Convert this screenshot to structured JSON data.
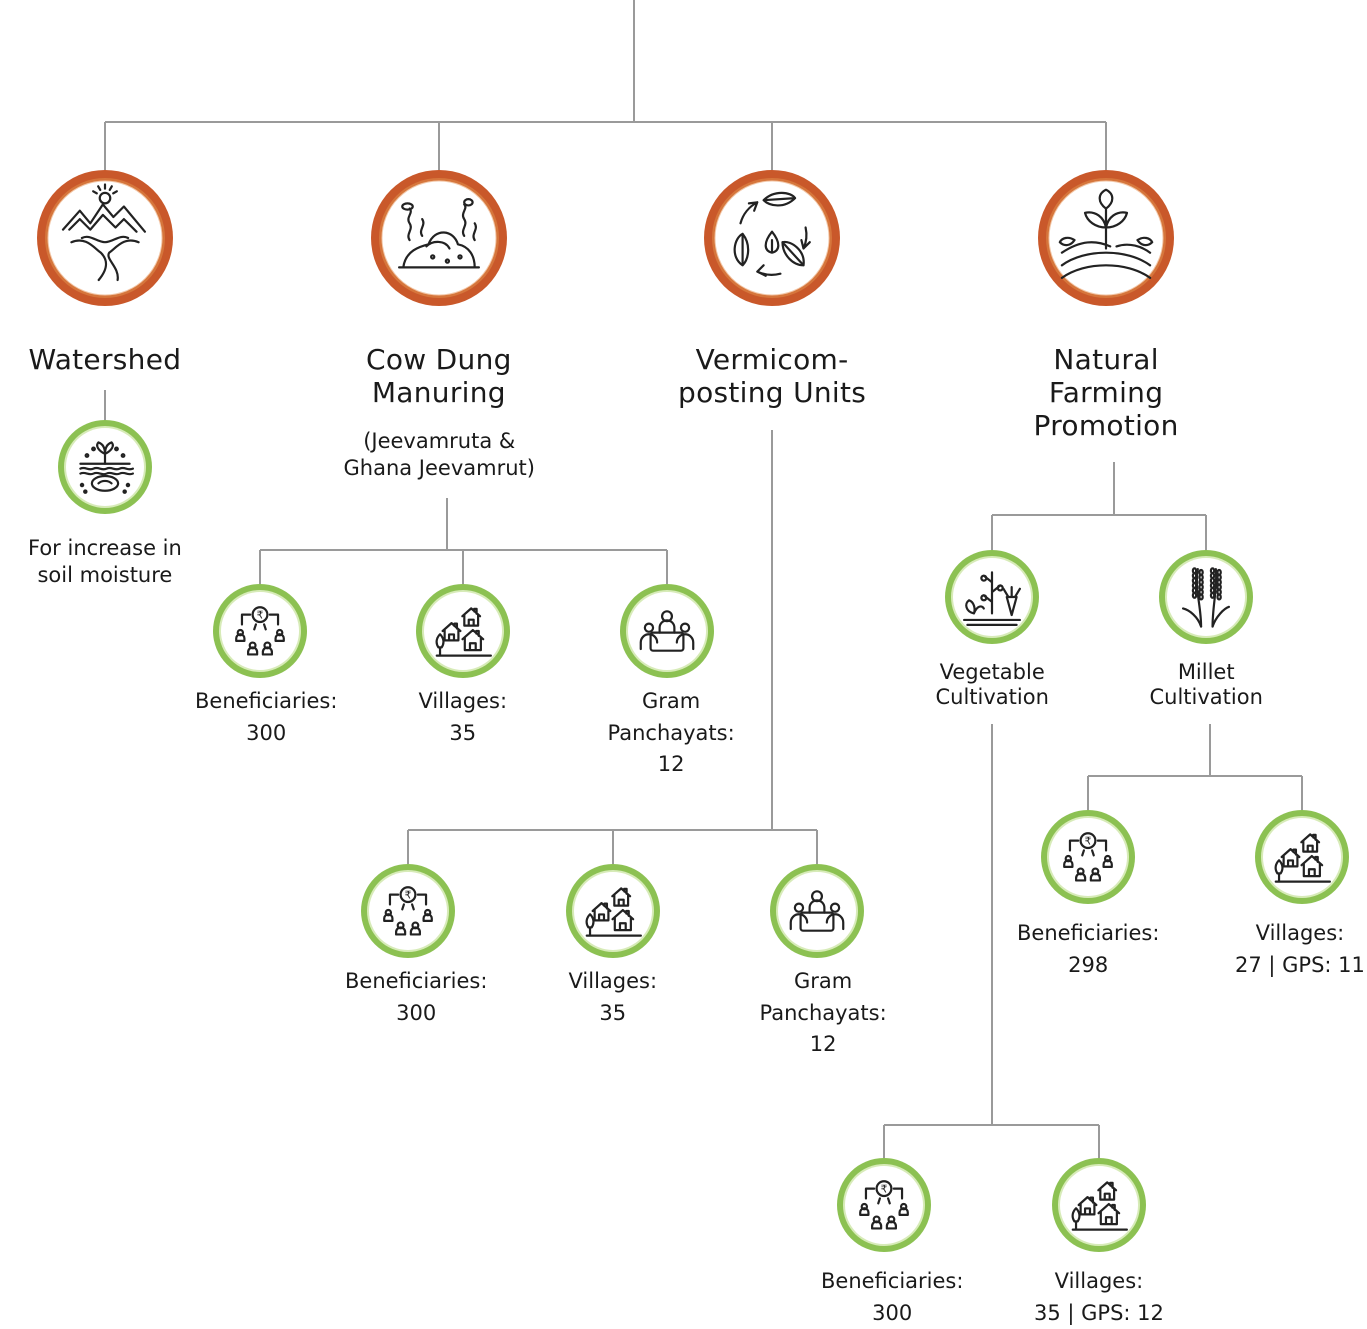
{
  "colors": {
    "connector": "#9a9a9a",
    "main_ring": "#c9582a",
    "main_ring_light": "#e08a4a",
    "sub_ring": "#8cc152",
    "sub_ring_light": "#d7ebb8",
    "icon": "#222222"
  },
  "branches": [
    {
      "icon": "watershed-mountain-icon",
      "label_lines": [
        "Watershed"
      ],
      "sub": {
        "icon": "soil-moisture-sprout-icon",
        "text_lines": [
          "For increase in",
          "soil moisture"
        ]
      }
    },
    {
      "icon": "cow-dung-heap-icon",
      "label_lines": [
        "Cow Dung",
        "Manuring"
      ],
      "note_lines": [
        "(Jeevamruta &",
        "Ghana Jeevamrut)"
      ],
      "stats": [
        {
          "icon": "beneficiaries-rupee-icon",
          "lines": [
            "Beneficiaries:",
            "300"
          ]
        },
        {
          "icon": "villages-houses-icon",
          "lines": [
            "Villages:",
            "35"
          ]
        },
        {
          "icon": "gram-panchayat-meeting-icon",
          "lines": [
            "Gram",
            "Panchayats:",
            "12"
          ]
        }
      ]
    },
    {
      "icon": "recycle-leaves-icon",
      "label_lines": [
        "Vermicom-",
        "posting Units"
      ],
      "stats": [
        {
          "icon": "beneficiaries-rupee-icon",
          "lines": [
            "Beneficiaries:",
            "300"
          ]
        },
        {
          "icon": "villages-houses-icon",
          "lines": [
            "Villages:",
            "35"
          ]
        },
        {
          "icon": "gram-panchayat-meeting-icon",
          "lines": [
            "Gram",
            "Panchayats:",
            "12"
          ]
        }
      ]
    },
    {
      "icon": "plant-field-icon",
      "label_lines": [
        "Natural",
        "Farming",
        "Promotion"
      ],
      "children": [
        {
          "icon": "vegetable-plants-icon",
          "label_lines": [
            "Vegetable",
            "Cultivation"
          ],
          "stats": [
            {
              "icon": "beneficiaries-rupee-icon",
              "lines": [
                "Beneficiaries:",
                "300"
              ]
            },
            {
              "icon": "villages-houses-icon",
              "lines": [
                "Villages:",
                "35 | GPS: 12"
              ]
            }
          ]
        },
        {
          "icon": "millet-stalks-icon",
          "label_lines": [
            "Millet",
            "Cultivation"
          ],
          "stats": [
            {
              "icon": "beneficiaries-rupee-icon",
              "lines": [
                "Beneficiaries:",
                "298"
              ]
            },
            {
              "icon": "villages-houses-icon",
              "lines": [
                "Villages:",
                "27 | GPS: 11"
              ]
            }
          ]
        }
      ]
    }
  ]
}
